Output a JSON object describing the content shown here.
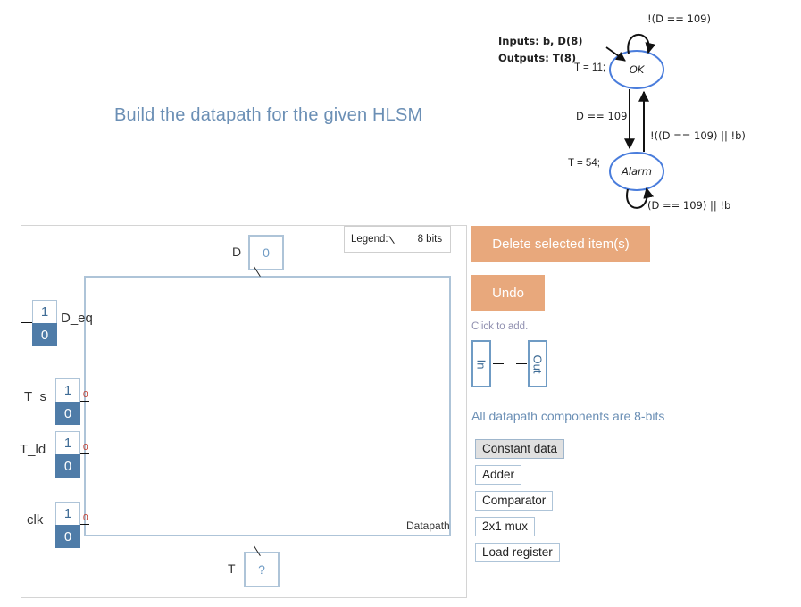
{
  "page": {
    "title": "Build the datapath for the given HLSM"
  },
  "hlsm": {
    "inputs_label": "Inputs: b, D(8)",
    "outputs_label": "Outputs: T(8)",
    "states": [
      {
        "name": "OK",
        "action": "T = 11;"
      },
      {
        "name": "Alarm",
        "action": "T = 54;"
      }
    ],
    "transitions": [
      {
        "label": "!(D == 109)"
      },
      {
        "label": "D == 109"
      },
      {
        "label": "!((D == 109) || !b)"
      },
      {
        "label": "(D == 109) || !b"
      }
    ]
  },
  "canvas": {
    "legend": {
      "prefix": "Legend:",
      "slash_icon": "slash-icon",
      "bits": "8 bits"
    },
    "datapath_label": "Datapath",
    "ports": [
      {
        "name": "D",
        "label": "D",
        "value": "0"
      },
      {
        "name": "T",
        "label": "T",
        "value": "?"
      }
    ],
    "toggles": [
      {
        "name": "D_eq",
        "label": "D_eq",
        "on": "1",
        "off": "0",
        "wire_value": ""
      },
      {
        "name": "T_s",
        "label": "T_s",
        "on": "1",
        "off": "0",
        "wire_value": "0"
      },
      {
        "name": "T_ld",
        "label": "T_ld",
        "on": "1",
        "off": "0",
        "wire_value": "0"
      },
      {
        "name": "clk",
        "label": "clk",
        "on": "1",
        "off": "0",
        "wire_value": "0"
      }
    ]
  },
  "panel": {
    "delete_label": "Delete selected item(s)",
    "undo_label": "Undo",
    "click_to_add": "Click to add.",
    "io_in": "In",
    "io_out": "Out",
    "components_note": "All datapath components are 8-bits",
    "components": [
      {
        "label": "Constant data",
        "selected": true
      },
      {
        "label": "Adder",
        "selected": false
      },
      {
        "label": "Comparator",
        "selected": false
      },
      {
        "label": "2x1 mux",
        "selected": false
      },
      {
        "label": "Load register",
        "selected": false
      }
    ]
  },
  "colors": {
    "accent_blue": "#6b8fb5",
    "toggle_blue": "#4f7ca8",
    "orange": "#e8a87c",
    "wire_red": "#c0392b",
    "box_border": "#aec4d8"
  }
}
